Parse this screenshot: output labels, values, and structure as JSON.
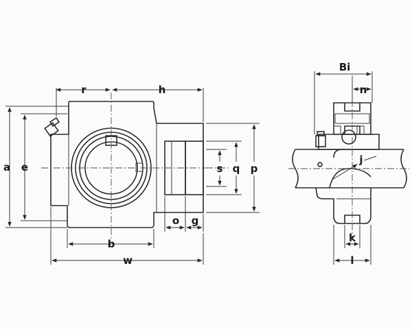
{
  "labels": {
    "r": "r",
    "h": "h",
    "a": "a",
    "e": "e",
    "s": "s",
    "q": "q",
    "p": "p",
    "o": "o",
    "g": "g",
    "b": "b",
    "w": "w",
    "Bi": "Bi",
    "n": "n",
    "j": "j",
    "k": "k",
    "l": "l"
  }
}
